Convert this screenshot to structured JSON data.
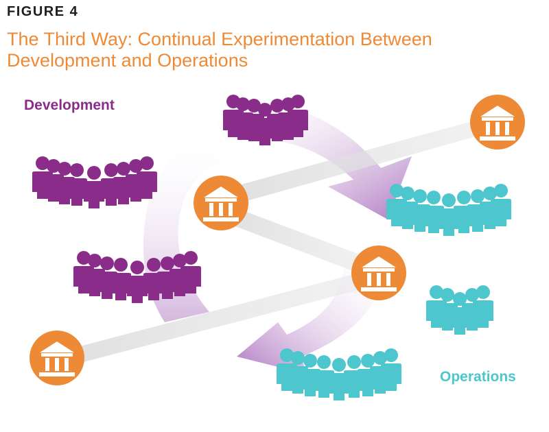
{
  "figure": {
    "label": "FIGURE 4",
    "title": "The Third Way: Continual Experimentation Between Development and Operations"
  },
  "labels": {
    "development": "Development",
    "operations": "Operations"
  },
  "colors": {
    "title": "#ee8a35",
    "development": "#8a2d8a",
    "operations": "#4ec6cd",
    "bank": "#ee8a35",
    "cycle": "#b585c4"
  },
  "icons": {
    "people": "people-group-icon",
    "bank": "bank-building-icon"
  }
}
